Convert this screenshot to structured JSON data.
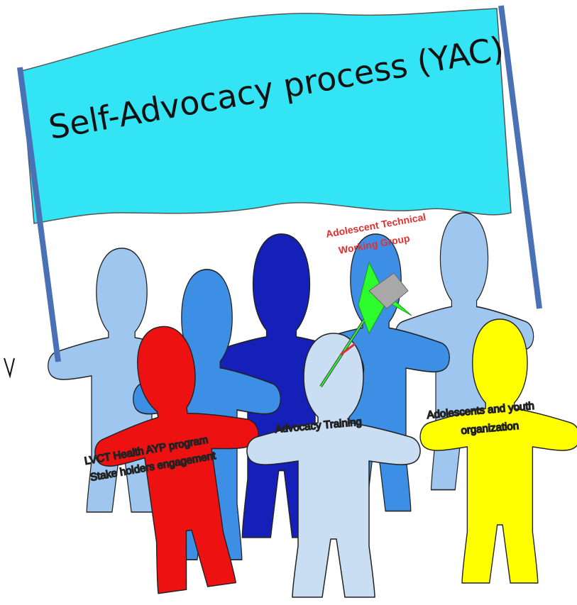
{
  "banner": {
    "title": "Self-Advocacy process (YAC)",
    "fill_color": "#33e5f4",
    "pole_color": "#4a70b5"
  },
  "target_group": {
    "line1": "Adolescent Technical",
    "line2": "Working Group",
    "text_color": "#e03030"
  },
  "figures": {
    "red_figure": {
      "line1": "LVCT Health AYP program",
      "line2": "Stake holders engagement",
      "color": "#ee1111"
    },
    "center_figure": {
      "label": "Advocacy Training",
      "color": "#c9def3"
    },
    "yellow_figure": {
      "line1": "Adolescents and youth",
      "line2": "organization",
      "color": "#ffff00"
    }
  },
  "colors": {
    "light_blue": "#9ec6ee",
    "mid_blue": "#3d8fe6",
    "dark_blue": "#1420b8",
    "arrow_green": "#2dfc2d",
    "arrow_gray": "#a8a8a8"
  }
}
